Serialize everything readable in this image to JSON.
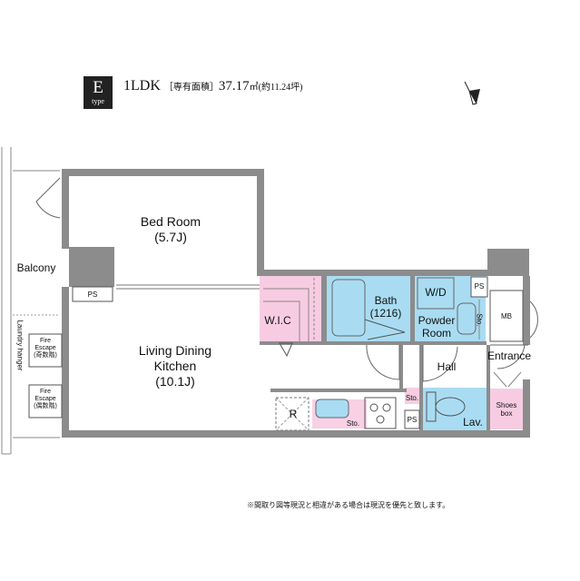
{
  "header": {
    "type_letter": "E",
    "type_word": "type",
    "layout": "1LDK",
    "area_label": "［専有面積］",
    "area_value": "37.17",
    "area_unit": "㎡",
    "tsubo": "(約11.24坪)"
  },
  "rooms": {
    "bedroom_name": "Bed Room",
    "bedroom_size": "(5.7J)",
    "ldk_line1": "Living Dining",
    "ldk_line2": "Kitchen",
    "ldk_size": "(10.1J)",
    "wic": "W.I.C",
    "bath_name": "Bath",
    "bath_size": "(1216)",
    "wd": "W/D",
    "powder_line1": "Powder",
    "powder_line2": "Room",
    "hall": "Hall",
    "entrance": "Entrance",
    "lav": "Lav.",
    "shoes_line1": "Shoes",
    "shoes_line2": "box",
    "balcony": "Balcony",
    "mb": "MB",
    "ps_balcony": "PS",
    "ps_powder": "PS",
    "ps_lav": "PS",
    "sto_powder": "Sto.",
    "sto_kitchen": "Sto.",
    "sto_lav": "Sto.",
    "fridge": "R"
  },
  "fire_escapes": [
    {
      "line1": "Fire",
      "line2": "Escape",
      "line3": "(奇数階)"
    },
    {
      "line1": "Fire",
      "line2": "Escape",
      "line3": "(偶数階)"
    }
  ],
  "laundry_hanger": "Laundry hanger",
  "note": "※間取り図等現況と相違がある場合は現況を優先と致します。",
  "colors": {
    "wall": "#8c8c8c",
    "wall_dark": "#777777",
    "wet_area": "#a9dcf2",
    "closet": "#f7cce2"
  }
}
